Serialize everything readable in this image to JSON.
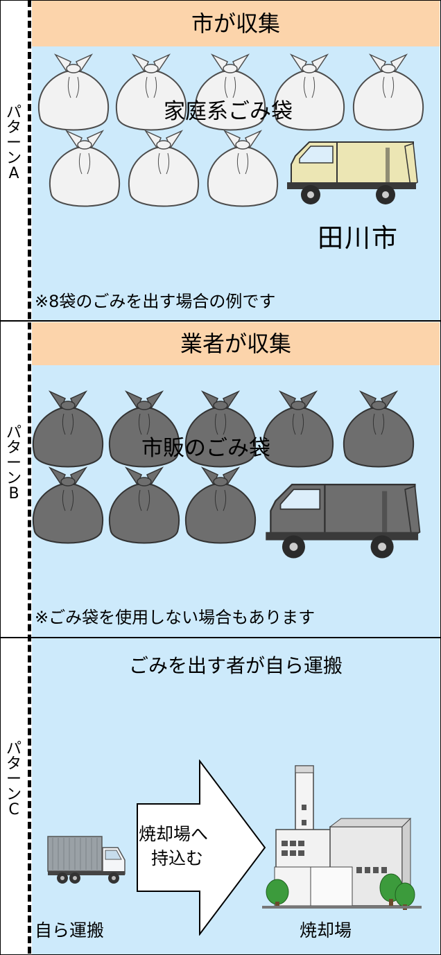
{
  "pattern_a": {
    "side_label": [
      "パ",
      "タ",
      "ー",
      "ン",
      "A"
    ],
    "header": "市が収集",
    "bag_label": "家庭系ごみ袋",
    "collector": "田川市",
    "note": "※8袋のごみを出す場合の例です",
    "bag_color": "#f2f2f2"
  },
  "pattern_b": {
    "side_label": [
      "パ",
      "タ",
      "ー",
      "ン",
      "B"
    ],
    "header": "業者が収集",
    "bag_label": "市販のごみ袋",
    "note": "※ごみ袋を使用しない場合もあります",
    "bag_color": "#6e6e6e"
  },
  "pattern_c": {
    "side_label": [
      "パ",
      "タ",
      "ー",
      "ン",
      "C"
    ],
    "header": "ごみを出す者が自ら運搬",
    "arrow_label_line1": "焼却場へ",
    "arrow_label_line2": "持込む",
    "truck_label": "自ら運搬",
    "plant_label": "焼却場"
  },
  "colors": {
    "panel_bg": "#cdeafb",
    "header_bg": "#fcd4ab",
    "truck_a": "#ece6b4",
    "truck_b": "#6e6e6e"
  }
}
